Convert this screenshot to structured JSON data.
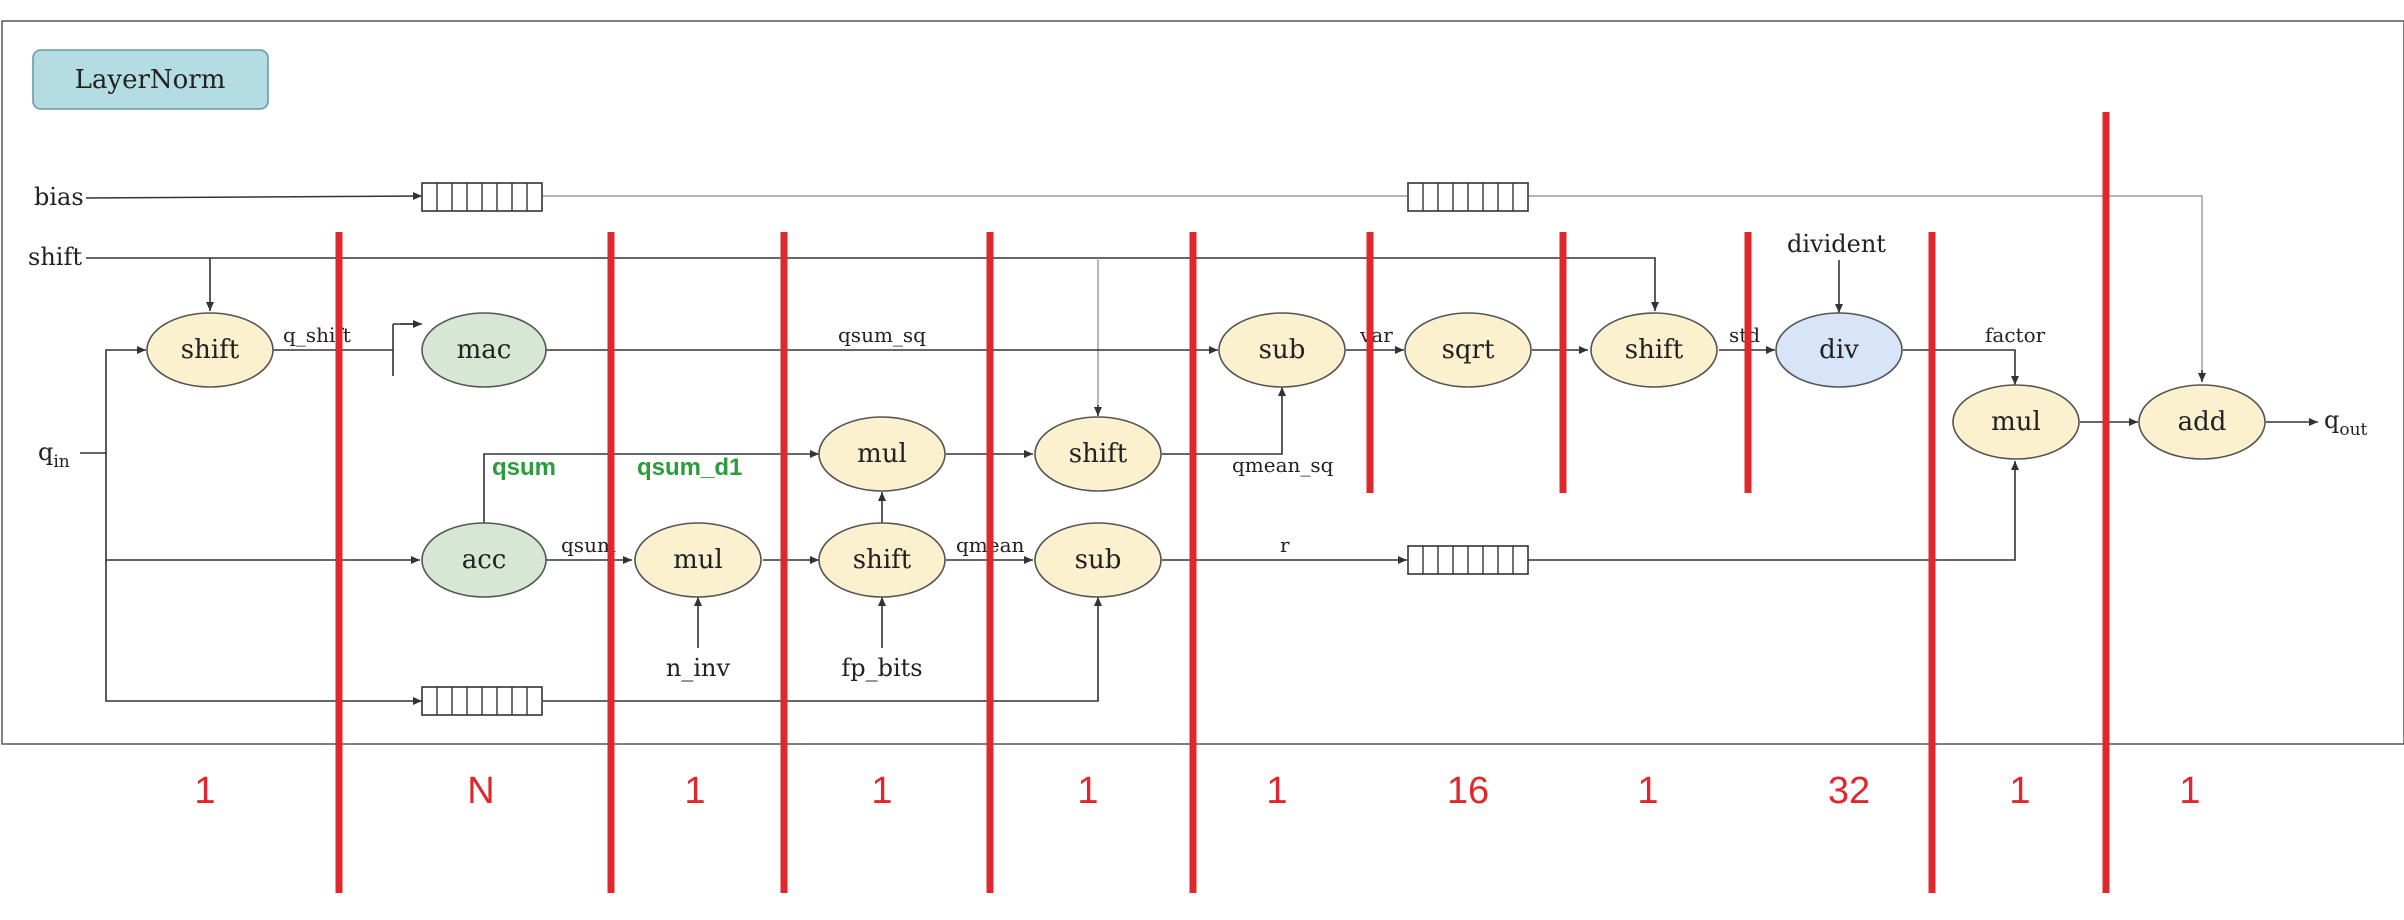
{
  "title": "LayerNorm",
  "inputs": {
    "bias": "bias",
    "shift": "shift",
    "q_in": "q",
    "q_in_sub": "in",
    "dividend": "divident"
  },
  "output": {
    "q_out": "q",
    "q_out_sub": "out"
  },
  "nodes": {
    "shift1": "shift",
    "mac": "mac",
    "acc": "acc",
    "mul1": "mul",
    "mul2": "mul",
    "shift2": "shift",
    "shift3": "shift",
    "sub1": "sub",
    "sub2": "sub",
    "sqrt": "sqrt",
    "shift4": "shift",
    "div": "div",
    "mul3": "mul",
    "add": "add"
  },
  "wire_labels": {
    "q_shift": "q_shift",
    "qsum_sq": "qsum_sq",
    "qsum_a": "qsum",
    "qmean": "qmean",
    "qmean_sq": "qmean_sq",
    "r": "r",
    "var": "var",
    "std": "std",
    "factor": "factor",
    "n_inv": "n_inv",
    "fp_bits": "fp_bits"
  },
  "annotations": {
    "qsum": "qsum",
    "qsum_d1": "qsum_d1"
  },
  "stage_latencies": [
    "1",
    "N",
    "1",
    "1",
    "1",
    "1",
    "16",
    "1",
    "32",
    "1",
    "1"
  ],
  "colors": {
    "title_fill": "#b3dde2",
    "op_fill": "#fbf1cf",
    "accum_fill": "#d6e8d4",
    "div_fill": "#d8e4f8",
    "stage_line": "#e0282c",
    "annotation": "#2a9d3a"
  }
}
